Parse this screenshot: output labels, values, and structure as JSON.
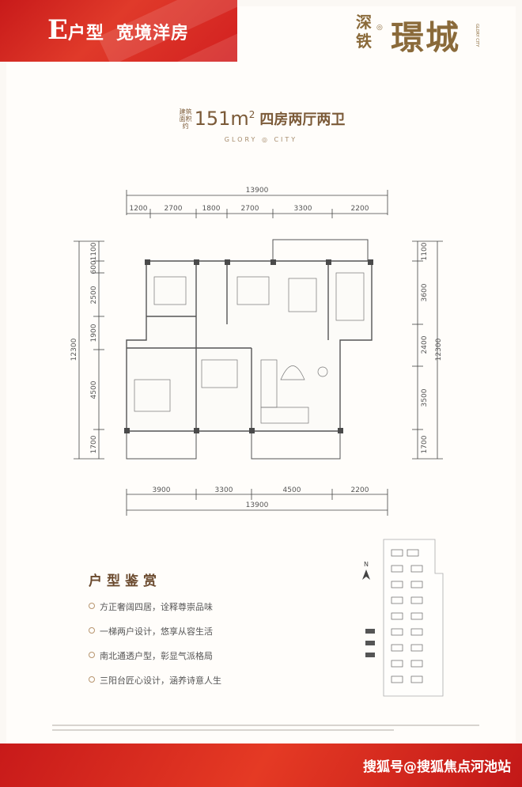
{
  "banner": {
    "type": "E",
    "type_suffix": "户型",
    "subtitle": "宽境洋房"
  },
  "logo": {
    "char1": "深",
    "char2": "铁",
    "name": "璟城",
    "english": "GLORY CITY"
  },
  "spec": {
    "label": "建筑面积约",
    "area": "151",
    "unit": "m",
    "unit_sup": "2",
    "layout": "四房两厅两卫"
  },
  "brand_line": "GLORY ◎ CITY",
  "dimensions": {
    "top_total": "13900",
    "top_segments": [
      "1200",
      "2700",
      "1800",
      "2700",
      "3300",
      "2200"
    ],
    "bottom_segments": [
      "3900",
      "3300",
      "4500",
      "2200"
    ],
    "bottom_total": "13900",
    "left_segments": [
      "1100",
      "600",
      "2500",
      "1900",
      "4500",
      "1700"
    ],
    "left_total": "12300",
    "right_segments": [
      "1100",
      "3600",
      "2400",
      "3500",
      "1700"
    ],
    "right_total": "12300"
  },
  "compass": "N",
  "review": {
    "title": "户型鉴赏",
    "items": [
      "方正奢阔四居，诠释尊崇品味",
      "一梯两户设计，悠享从容生活",
      "南北通透户型，彰显气派格局",
      "三阳台匠心设计，涵养诗意人生"
    ]
  },
  "watermark": "搜狐号@搜狐焦点河池站"
}
